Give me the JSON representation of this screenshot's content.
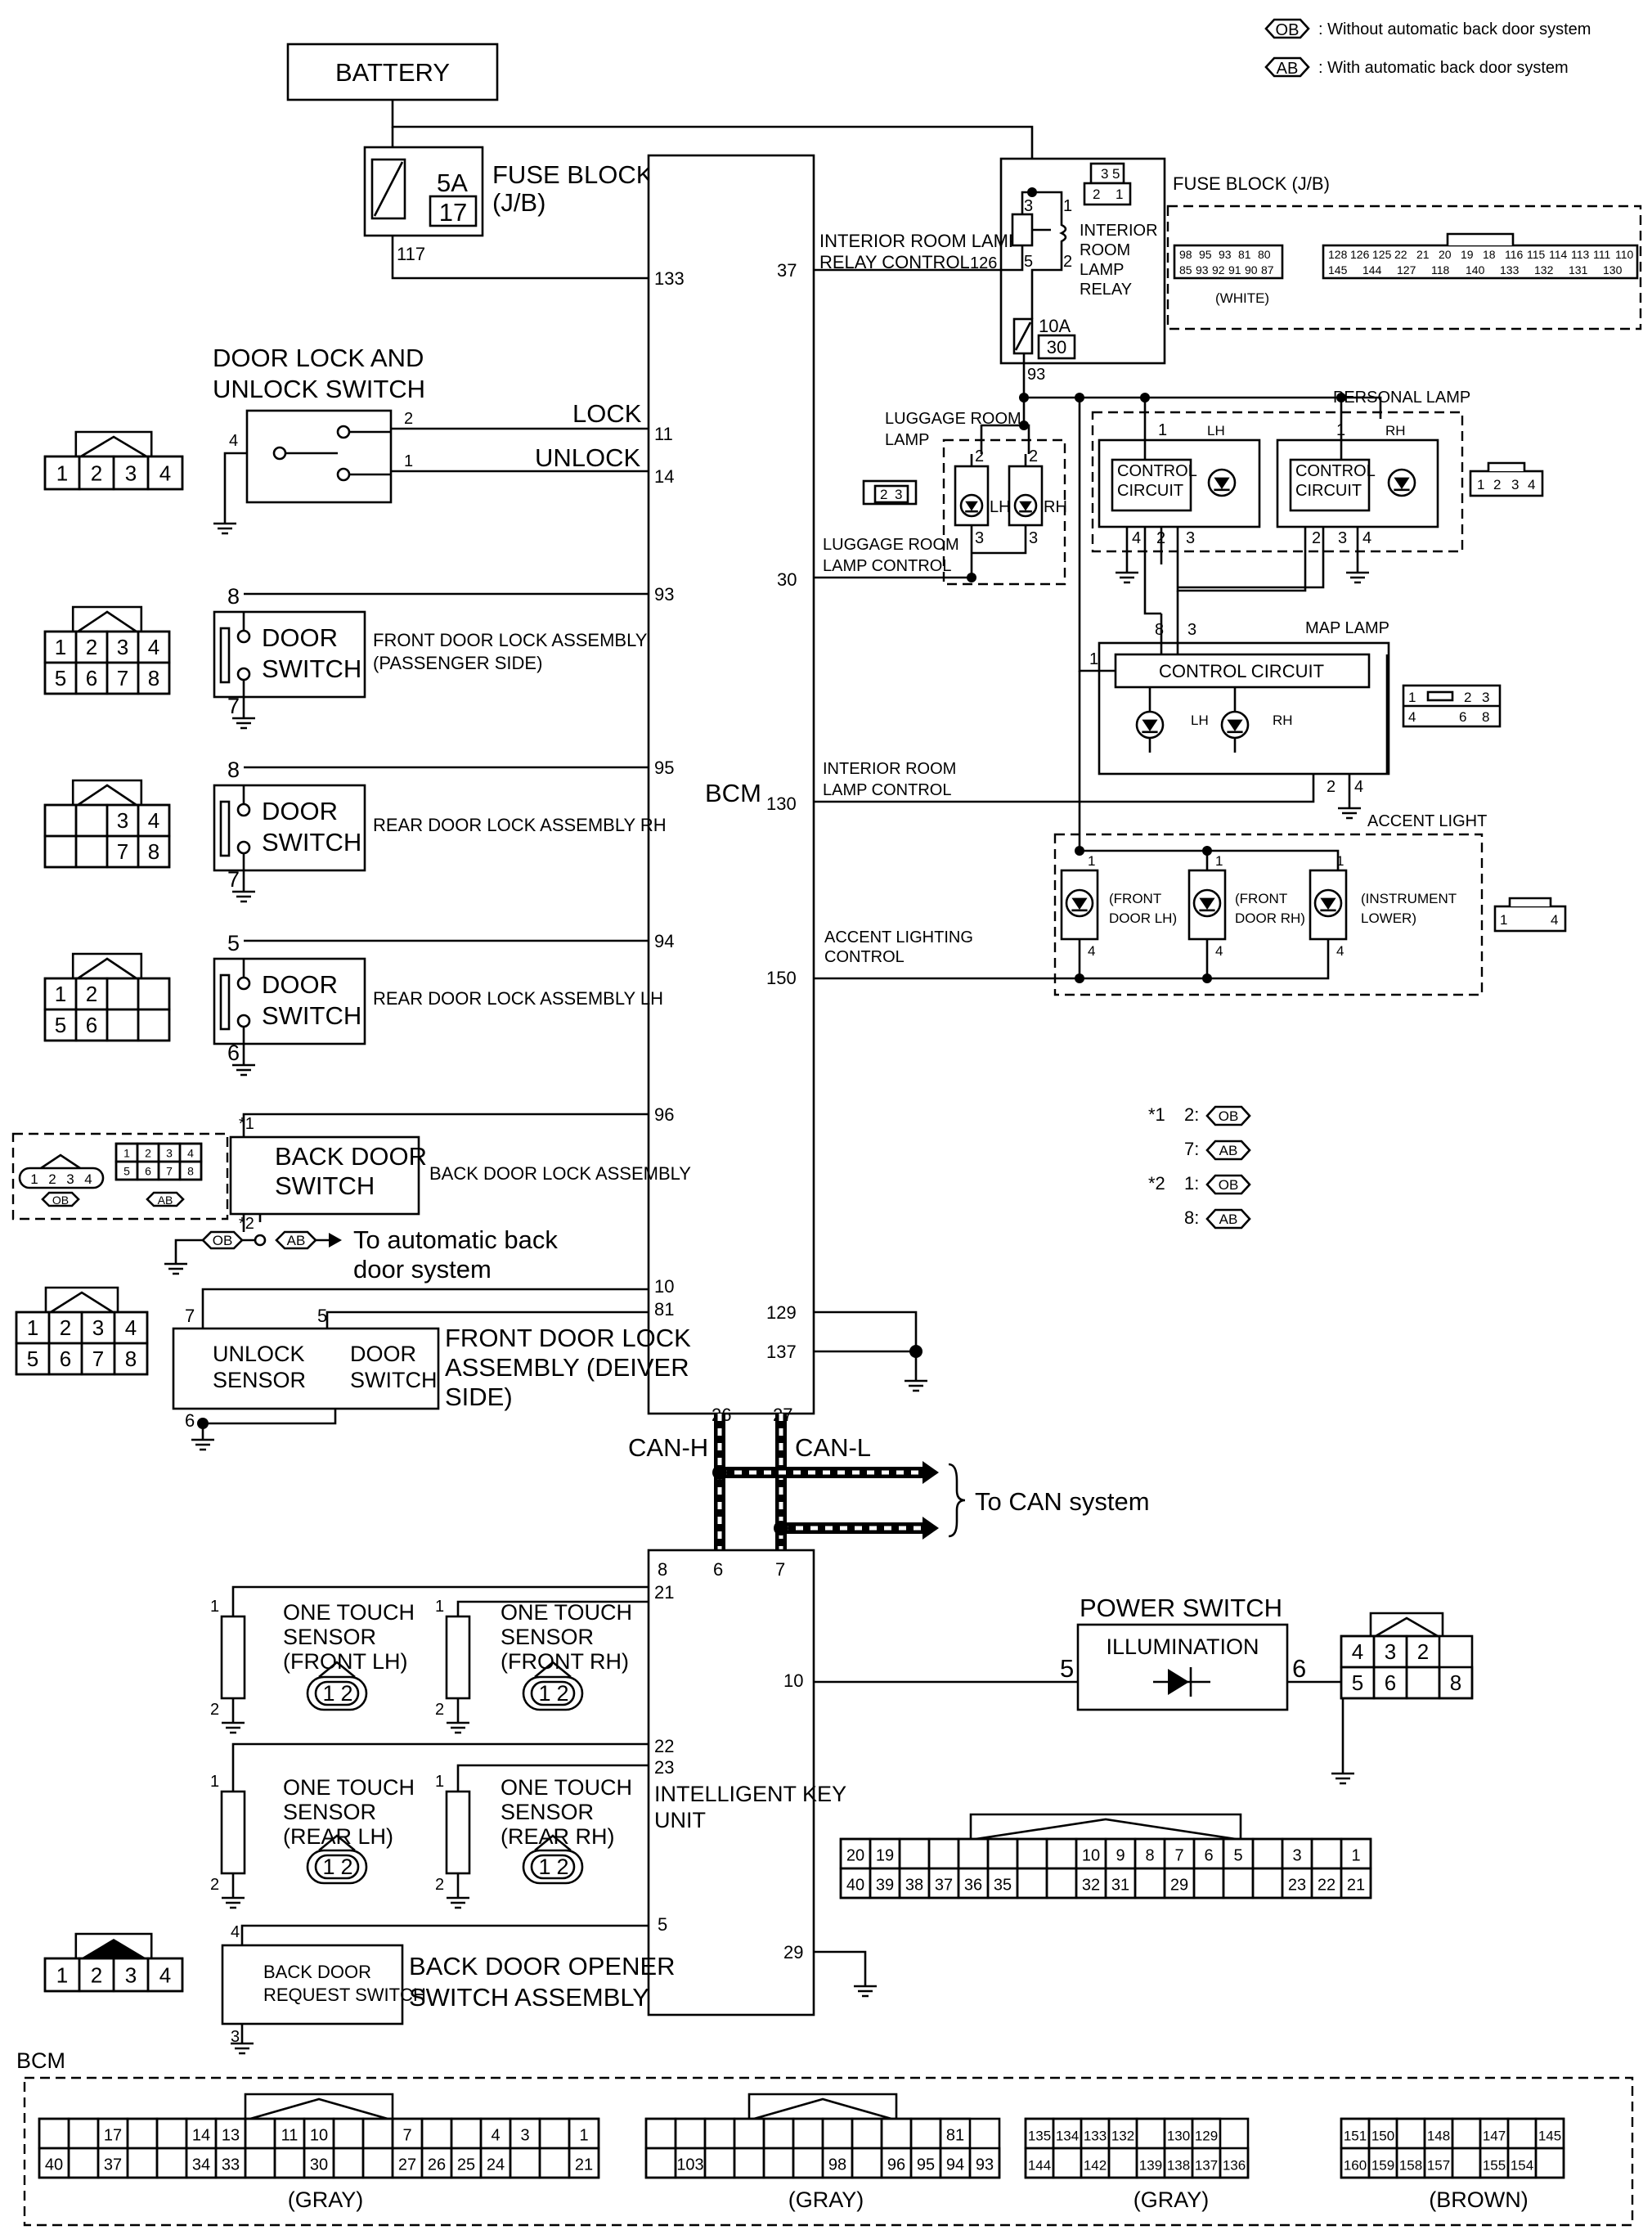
{
  "legend": {
    "ob_tag": "OB",
    "ob_text": ": Without automatic back door system",
    "ab_tag": "AB",
    "ab_text": ": With automatic back door system"
  },
  "battery": "BATTERY",
  "fuse_block": {
    "amp": "5A",
    "num": "17",
    "label1": "FUSE BLOCK",
    "label2": "(J/B)",
    "pin": "117"
  },
  "bcm": {
    "label": "BCM",
    "pins_left": [
      "133",
      "11",
      "14",
      "93",
      "95",
      "94",
      "96",
      "10",
      "81"
    ],
    "pins_right": [
      "37",
      "30",
      "130",
      "150",
      "129",
      "137"
    ],
    "pins_bottom": [
      "26",
      "27"
    ]
  },
  "door_lock_switch": {
    "title1": "DOOR LOCK AND",
    "title2": "UNLOCK SWITCH",
    "lock": "LOCK",
    "unlock": "UNLOCK",
    "pin_lock": "2",
    "pin_unlock": "1",
    "pin_gnd": "4"
  },
  "door_switches": [
    {
      "assembly": "FRONT DOOR LOCK ASSEMBLY",
      "assembly2": "(PASSENGER SIDE)",
      "pin_top": "8",
      "pin_bottom": "7"
    },
    {
      "assembly": "REAR DOOR LOCK ASSEMBLY RH",
      "pin_top": "8",
      "pin_bottom": "7"
    },
    {
      "assembly": "REAR DOOR LOCK ASSEMBLY LH",
      "pin_top": "5",
      "pin_bottom": "6"
    }
  ],
  "switch_label1": "DOOR",
  "switch_label2": "SWITCH",
  "back_door": {
    "label1": "BACK DOOR",
    "label2": "SWITCH",
    "assembly": "BACK DOOR LOCK ASSEMBLY",
    "note1": "*1",
    "note2": "*2",
    "to1": "To automatic back",
    "to2": "door system"
  },
  "front_door_driver": {
    "unlock1": "UNLOCK",
    "unlock2": "SENSOR",
    "label1": "FRONT DOOR LOCK",
    "label2": "ASSEMBLY (DEIVER",
    "label3": "SIDE)",
    "pin7": "7",
    "pin5": "5",
    "pin6": "6"
  },
  "connectors": {
    "c1234": [
      "1",
      "2",
      "3",
      "4"
    ],
    "c8a": [
      "1",
      "2",
      "3",
      "4",
      "5",
      "6",
      "7",
      "8"
    ],
    "c34_78": [
      "3",
      "4",
      "7",
      "8"
    ],
    "c12_56": [
      "1",
      "2",
      "5",
      "6"
    ],
    "c_bd": [
      "1",
      "2",
      "3",
      "4"
    ],
    "c_bd2": [
      "1",
      "2",
      "3",
      "4",
      "5",
      "6",
      "7",
      "8"
    ],
    "c8b": [
      "1",
      "2",
      "3",
      "4",
      "5",
      "6",
      "7",
      "8"
    ],
    "c12": [
      "1",
      "2"
    ],
    "c_ps": [
      "4",
      "3",
      "2",
      "5",
      "6",
      "8"
    ],
    "c_bdo": [
      "1",
      "2",
      "3",
      "4"
    ],
    "c_lr": [
      "2",
      "3"
    ],
    "c_pl": [
      "1",
      "2",
      "3",
      "4"
    ],
    "c_ml": [
      "1",
      "2",
      "3",
      "4",
      "6",
      "8"
    ],
    "c_al": [
      "1",
      "4"
    ]
  },
  "interior_relay": {
    "label1": "INTERIOR ROOM LAMP",
    "label2": "RELAY CONTROL",
    "pin": "126",
    "name1": "INTERIOR",
    "name2": "ROOM",
    "name3": "LAMP",
    "name4": "RELAY",
    "p3": "3",
    "p1": "1",
    "p5": "5",
    "p2": "2",
    "fuse_amp": "10A",
    "fuse_num": "30",
    "fuse_pin": "93",
    "conn": [
      "3",
      "5",
      "2",
      "1"
    ]
  },
  "fuse_block_jb": {
    "title": "FUSE BLOCK (J/B)",
    "white": "(WHITE)",
    "conn1_top": [
      "98",
      "95",
      "93",
      "81",
      "80"
    ],
    "conn1_bot": [
      "85",
      "93",
      "92",
      "91",
      "90",
      "87"
    ],
    "conn2_top": [
      "128",
      "126",
      "125",
      "22",
      "21",
      "20",
      "19",
      "18",
      "116",
      "115",
      "114",
      "113",
      "111",
      "110"
    ],
    "conn2_bot": [
      "145",
      "144",
      "127",
      "118",
      "140",
      "133",
      "132",
      "131",
      "130"
    ]
  },
  "luggage": {
    "title1": "LUGGAGE ROOM",
    "title2": "LAMP",
    "ctrl1": "LUGGAGE ROOM",
    "ctrl2": "LAMP CONTROL",
    "lh": "LH",
    "rh": "RH",
    "p2": "2",
    "p3": "3"
  },
  "personal_lamp": {
    "title": "PERSONAL LAMP",
    "ctrl1": "CONTROL",
    "ctrl2": "CIRCUIT",
    "lh": "LH",
    "rh": "RH",
    "p1": "1",
    "p4": "4",
    "p2": "2",
    "p3": "3"
  },
  "map_lamp": {
    "title": "MAP LAMP",
    "ctrl": "CONTROL CIRCUIT",
    "lh": "LH",
    "rh": "RH",
    "p8": "8",
    "p3": "3",
    "p1": "1",
    "p2": "2",
    "p4": "4"
  },
  "interior_ctrl": {
    "label1": "INTERIOR ROOM",
    "label2": "LAMP CONTROL"
  },
  "accent": {
    "title": "ACCENT LIGHT",
    "ctrl1": "ACCENT LIGHTING",
    "ctrl2": "CONTROL",
    "l1a": "(FRONT",
    "l1b": "DOOR LH)",
    "l2a": "(FRONT",
    "l2b": "DOOR RH)",
    "l3a": "(INSTRUMENT",
    "l3b": "LOWER)",
    "p1": "1",
    "p4": "4"
  },
  "notes": [
    {
      "mark": "*1",
      "pin": "2:",
      "tag": "OB"
    },
    {
      "mark": "",
      "pin": "7:",
      "tag": "AB"
    },
    {
      "mark": "*2",
      "pin": "1:",
      "tag": "OB"
    },
    {
      "mark": "",
      "pin": "8:",
      "tag": "AB"
    }
  ],
  "can": {
    "h": "CAN-H",
    "l": "CAN-L",
    "to": "To CAN system"
  },
  "iku": {
    "label1": "INTELLIGENT KEY",
    "label2": "UNIT",
    "pins_left": [
      "8",
      "21",
      "22",
      "23",
      "5"
    ],
    "pins_top": [
      "6",
      "7"
    ],
    "pins_right": [
      "10",
      "29"
    ]
  },
  "sensors": [
    {
      "l1": "ONE TOUCH",
      "l2": "SENSOR",
      "l3": "(FRONT LH)"
    },
    {
      "l1": "ONE TOUCH",
      "l2": "SENSOR",
      "l3": "(FRONT RH)"
    },
    {
      "l1": "ONE TOUCH",
      "l2": "SENSOR",
      "l3": "(REAR LH)"
    },
    {
      "l1": "ONE TOUCH",
      "l2": "SENSOR",
      "l3": "(REAR RH)"
    }
  ],
  "sensor_pins": [
    "1",
    "2"
  ],
  "power_switch": {
    "title": "POWER SWITCH",
    "illum": "ILLUMINATION",
    "p5": "5",
    "p6": "6"
  },
  "back_door_opener": {
    "l1": "BACK DOOR",
    "l2": "REQUEST SWITCH",
    "a1": "BACK DOOR OPENER",
    "a2": "SWITCH ASSEMBLY",
    "p4": "4",
    "p3": "3"
  },
  "iku_conn": {
    "top": [
      "20",
      "19",
      "",
      "",
      "",
      "",
      "",
      "",
      "10",
      "9",
      "8",
      "7",
      "6",
      "5",
      "",
      "3",
      "",
      "1"
    ],
    "bot": [
      "40",
      "39",
      "38",
      "37",
      "36",
      "35",
      "",
      "",
      "32",
      "31",
      "",
      "29",
      "",
      "",
      "",
      "23",
      "22",
      "21"
    ]
  },
  "bcm_conns": {
    "label": "BCM",
    "c1": {
      "color": "(GRAY)",
      "top": [
        "",
        "",
        "17",
        "",
        "",
        "14",
        "13",
        "",
        "11",
        "10",
        "",
        "",
        "7",
        "",
        "",
        "4",
        "3",
        "",
        "1"
      ],
      "bot": [
        "40",
        "",
        "37",
        "",
        "",
        "34",
        "33",
        "",
        "",
        "30",
        "",
        "",
        "27",
        "26",
        "25",
        "24",
        "",
        "",
        "21"
      ]
    },
    "c2": {
      "color": "(GRAY)",
      "top": [
        "",
        "",
        "",
        "",
        "",
        "",
        "",
        "",
        "",
        "",
        "81"
      ],
      "bot": [
        "",
        "103",
        "",
        "",
        "",
        "",
        "98",
        "",
        "96",
        "95",
        "94",
        "93"
      ]
    },
    "c3": {
      "color": "(GRAY)",
      "top": [
        "135",
        "134",
        "133",
        "132",
        "",
        "130",
        "129"
      ],
      "bot": [
        "144",
        "",
        "142",
        "",
        "139",
        "138",
        "137",
        "136"
      ]
    },
    "c4": {
      "color": "(BROWN)",
      "top": [
        "151",
        "150",
        "",
        "148",
        "",
        "147",
        "",
        "145"
      ],
      "bot": [
        "160",
        "159",
        "158",
        "157",
        "",
        "155",
        "154",
        ""
      ]
    }
  }
}
